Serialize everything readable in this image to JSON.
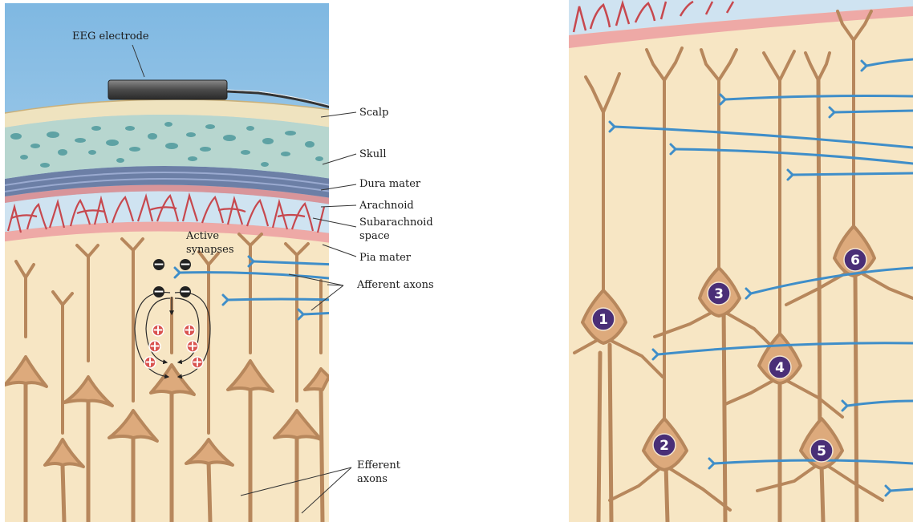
{
  "left_panel": {
    "labels": {
      "electrode": "EEG electrode",
      "scalp": "Scalp",
      "skull": "Skull",
      "dura": "Dura mater",
      "arachnoid": "Arachnoid",
      "subarachnoid_1": "Subarachnoid",
      "subarachnoid_2": "space",
      "pia": "Pia mater",
      "active_1": "Active",
      "active_2": "synapses",
      "afferent": "Afferent axons",
      "efferent_1": "Efferent",
      "efferent_2": "axons"
    },
    "charges": {
      "negative": "−",
      "positive": "+"
    }
  },
  "right_panel": {
    "neuron_numbers": [
      "1",
      "2",
      "3",
      "4",
      "5",
      "6"
    ]
  },
  "colors": {
    "sky": "#a9cfe8",
    "scalp": "#efe3bf",
    "skull": "#b7d6cf",
    "skull_spots": "#4f9a9d",
    "dura": "#6c7fa6",
    "arachnoid_band": "#d8959a",
    "arachnoid_web": "#c7484e",
    "subarachnoid": "#cfe3f1",
    "pia": "#eea9a6",
    "cortex": "#f7e6c4",
    "neuron": "#ddaa7c",
    "neuron_outline": "#6b4a2e",
    "axon": "#3f8ec9",
    "badge": "#4a2f77",
    "electrode": "#5a5a5a"
  }
}
